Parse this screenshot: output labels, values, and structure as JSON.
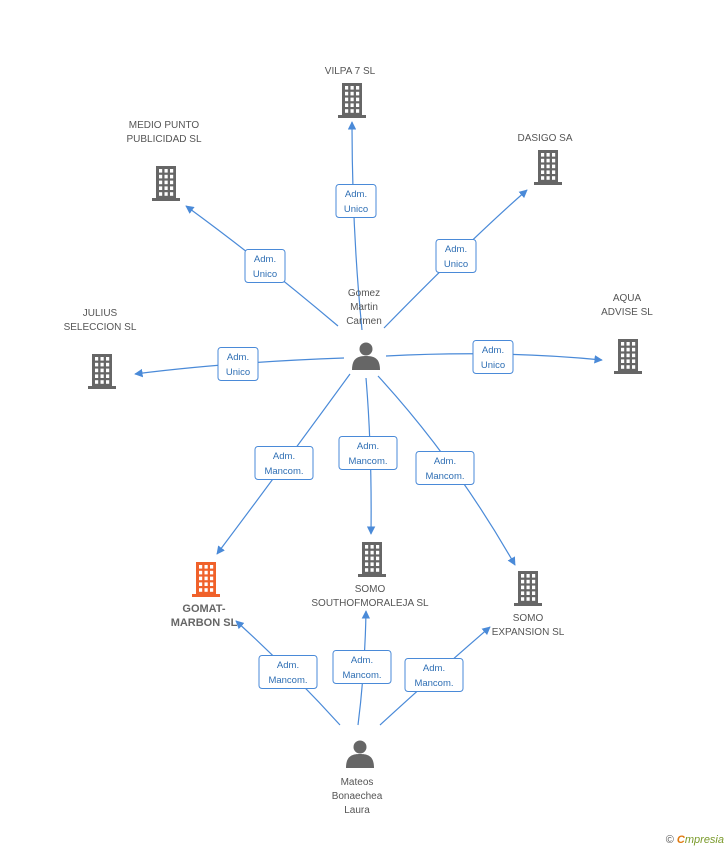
{
  "colors": {
    "edge": "#4a8ad8",
    "box_border": "#4a8ad8",
    "company": "#666666",
    "company_highlight": "#f0612a",
    "person": "#666666"
  },
  "companies": [
    {
      "id": "vilpa",
      "lines": [
        "VILPA 7 SL"
      ],
      "highlight": false,
      "icon": "building-icon"
    },
    {
      "id": "medio",
      "lines": [
        "MEDIO PUNTO",
        "PUBLICIDAD SL"
      ],
      "highlight": false,
      "icon": "building-icon"
    },
    {
      "id": "dasigo",
      "lines": [
        "DASIGO SA"
      ],
      "highlight": false,
      "icon": "building-icon"
    },
    {
      "id": "julius",
      "lines": [
        "JULIUS",
        "SELECCION SL"
      ],
      "highlight": false,
      "icon": "building-icon"
    },
    {
      "id": "aqua",
      "lines": [
        "AQUA",
        "ADVISE SL"
      ],
      "highlight": false,
      "icon": "building-icon"
    },
    {
      "id": "gomat",
      "lines": [
        "GOMAT-",
        "MARBON SL"
      ],
      "highlight": true,
      "icon": "building-icon"
    },
    {
      "id": "somo_south",
      "lines": [
        "SOMO",
        "SOUTHOFMORALEJA SL"
      ],
      "highlight": false,
      "icon": "building-icon"
    },
    {
      "id": "somo_exp",
      "lines": [
        "SOMO",
        "EXPANSION SL"
      ],
      "highlight": false,
      "icon": "building-icon"
    }
  ],
  "persons": [
    {
      "id": "gomez",
      "lines": [
        "Gomez",
        "Martin",
        "Carmen"
      ],
      "icon": "person-icon"
    },
    {
      "id": "mateos",
      "lines": [
        "Mateos",
        "Bonaechea",
        "Laura"
      ],
      "icon": "person-icon"
    }
  ],
  "edges": [
    {
      "from": "gomez",
      "to": "vilpa",
      "role": [
        "Adm.",
        "Unico"
      ]
    },
    {
      "from": "gomez",
      "to": "medio",
      "role": [
        "Adm.",
        "Unico"
      ]
    },
    {
      "from": "gomez",
      "to": "dasigo",
      "role": [
        "Adm.",
        "Unico"
      ]
    },
    {
      "from": "gomez",
      "to": "julius",
      "role": [
        "Adm.",
        "Unico"
      ]
    },
    {
      "from": "gomez",
      "to": "aqua",
      "role": [
        "Adm.",
        "Unico"
      ]
    },
    {
      "from": "gomez",
      "to": "gomat",
      "role": [
        "Adm.",
        "Mancom."
      ]
    },
    {
      "from": "gomez",
      "to": "somo_south",
      "role": [
        "Adm.",
        "Mancom."
      ]
    },
    {
      "from": "gomez",
      "to": "somo_exp",
      "role": [
        "Adm.",
        "Mancom."
      ]
    },
    {
      "from": "mateos",
      "to": "gomat",
      "role": [
        "Adm.",
        "Mancom."
      ]
    },
    {
      "from": "mateos",
      "to": "somo_south",
      "role": [
        "Adm.",
        "Mancom."
      ]
    },
    {
      "from": "mateos",
      "to": "somo_exp",
      "role": [
        "Adm.",
        "Mancom."
      ]
    }
  ],
  "footer": {
    "copyright": "©",
    "brand_initial": "C",
    "brand_rest": "mpresia"
  }
}
